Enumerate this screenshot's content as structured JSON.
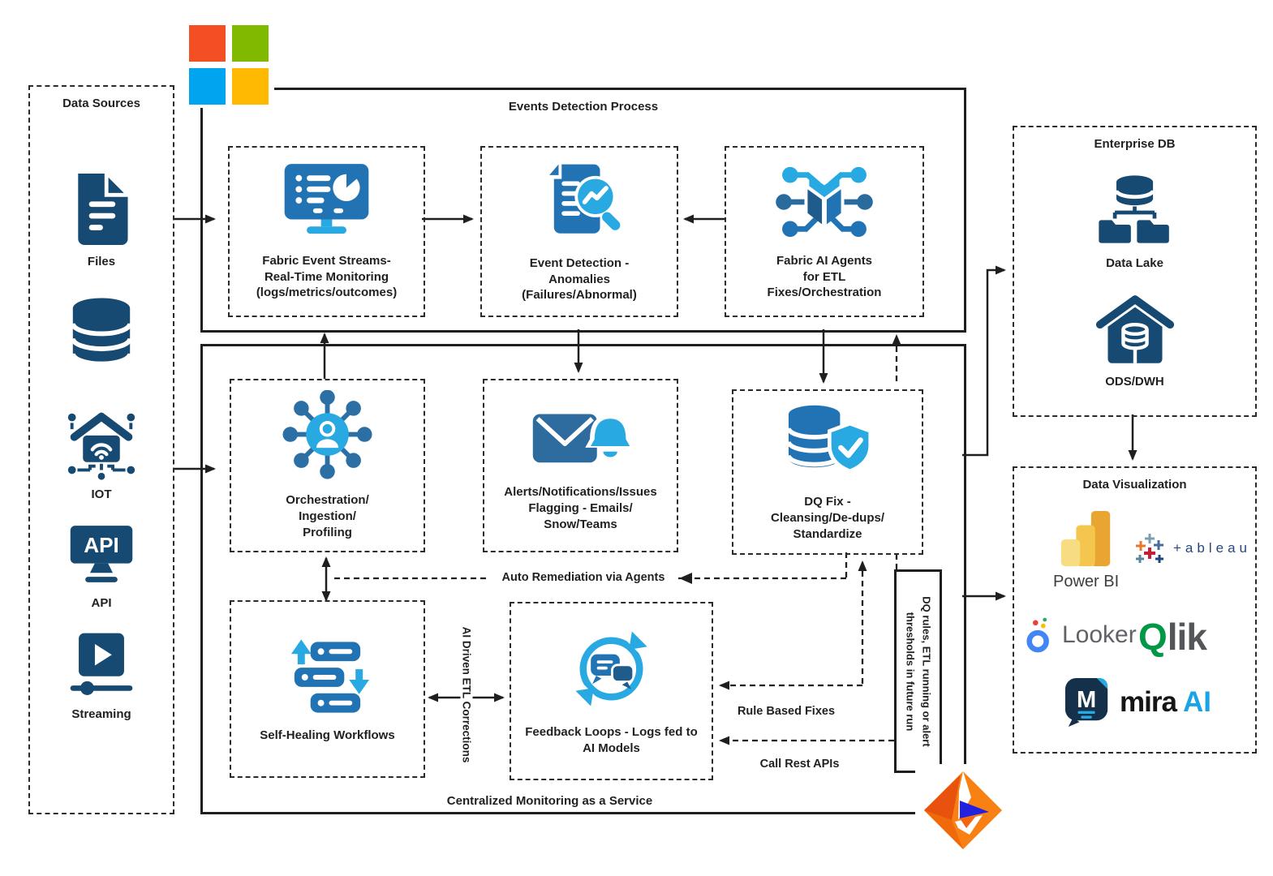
{
  "palette": {
    "navy": "#164A72",
    "process_blue": "#2273B4",
    "steel_blue": "#2E6B9E",
    "cyan": "#29A9E1",
    "ink": "#221F1F",
    "ms_red": "#F25022",
    "ms_green": "#7FBA00",
    "ms_blue": "#00A4EF",
    "ms_yellow": "#FFB900",
    "informatica_orange": "#F98012",
    "informatica_blue": "#2121DF",
    "powerbi_yellow": "#F2C811",
    "qlik_green": "#009845",
    "looker_blue": "#4285F4",
    "tableau_blue": "#27477F"
  },
  "data_sources": {
    "title": "Data Sources",
    "api_screen_text": "API",
    "items": [
      {
        "icon": "files-icon",
        "label": "Files"
      },
      {
        "icon": "database-icon",
        "label": ""
      },
      {
        "icon": "iot-icon",
        "label": "IOT"
      },
      {
        "icon": "api-icon",
        "label": "API"
      },
      {
        "icon": "streaming-icon",
        "label": "Streaming"
      }
    ]
  },
  "events_process": {
    "title": "Events Detection Process",
    "nodes": [
      {
        "icon": "monitor-dashboard-icon",
        "label": "Fabric Event Streams-\nReal-Time Monitoring\n(logs/metrics/outcomes)"
      },
      {
        "icon": "document-search-icon",
        "label": "Event Detection -\nAnomalies\n(Failures/Abnormal)"
      },
      {
        "icon": "ai-network-icon",
        "label": "Fabric AI Agents\nfor ETL\nFixes/Orchestration"
      }
    ]
  },
  "monitoring": {
    "title": "Centralized Monitoring as a Service",
    "nodes": [
      {
        "icon": "orchestration-icon",
        "label": "Orchestration/\nIngestion/\nProfiling"
      },
      {
        "icon": "mail-bell-icon",
        "label": "Alerts/Notifications/Issues\nFlagging - Emails/\nSnow/Teams"
      },
      {
        "icon": "db-shield-icon",
        "label": "DQ Fix -\nCleansing/De-dups/\nStandardize"
      },
      {
        "icon": "workflow-arrows-icon",
        "label": "Self-Healing Workflows"
      },
      {
        "icon": "feedback-loop-icon",
        "label": "Feedback Loops - Logs fed to\nAI Models"
      }
    ],
    "flow_labels": {
      "auto_remediation": "Auto Remediation via Agents",
      "ai_driven_etl": "AI Driven ETL Corrections",
      "rule_based": "Rule Based Fixes",
      "call_rest": "Call Rest APIs",
      "dq_rules": "DQ rules, ETL running or alert\nthresholds in future run"
    }
  },
  "enterprise_db": {
    "title": "Enterprise DB",
    "items": [
      {
        "icon": "data-lake-icon",
        "label": "Data Lake"
      },
      {
        "icon": "ods-dwh-icon",
        "label": "ODS/DWH"
      }
    ]
  },
  "data_visualization": {
    "title": "Data Visualization",
    "powerbi_word": "Power BI",
    "tableau_word": "+ableau",
    "looker_word": "Looker",
    "qlik_q": "Q",
    "qlik_rest": "lik",
    "mira_word": "mira",
    "mira_suffix": "AI"
  }
}
